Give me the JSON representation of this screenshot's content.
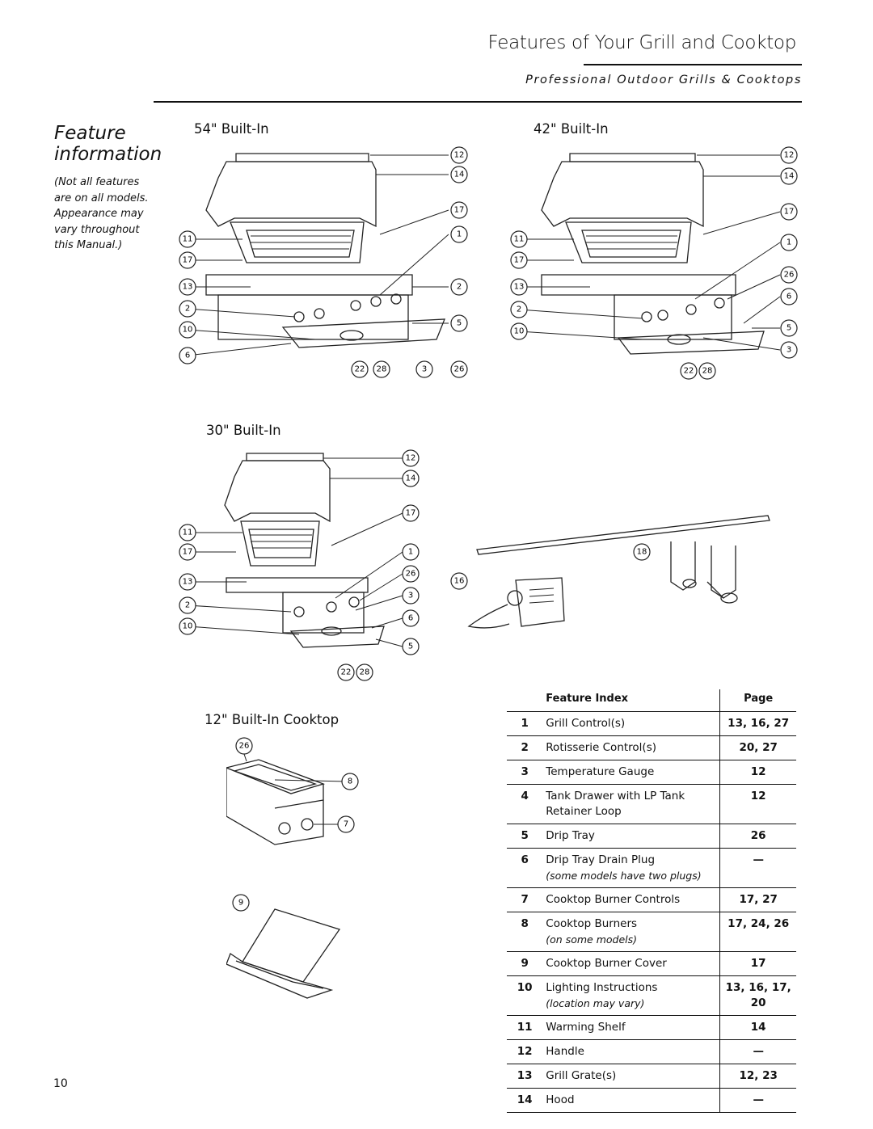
{
  "header": {
    "title": "Features of Your Grill and Cooktop",
    "subtitle": "Professional Outdoor Grills & Cooktops"
  },
  "intro": {
    "heading": "Feature information",
    "note": "(Not all features are on all models. Appearance may vary throughout this Manual.)"
  },
  "figures": {
    "grill54": {
      "label": "54\" Built-In",
      "callouts": [
        "12",
        "14",
        "17",
        "1",
        "2",
        "5",
        "26",
        "3",
        "28",
        "22",
        "6",
        "10",
        "2",
        "13",
        "17",
        "11"
      ]
    },
    "grill42": {
      "label": "42\" Built-In",
      "callouts": [
        "12",
        "14",
        "17",
        "1",
        "26",
        "6",
        "5",
        "3",
        "28",
        "22",
        "10",
        "2",
        "13",
        "17",
        "11"
      ]
    },
    "grill30": {
      "label": "30\" Built-In",
      "callouts": [
        "12",
        "14",
        "17",
        "1",
        "26",
        "3",
        "6",
        "5",
        "28",
        "22",
        "10",
        "2",
        "13",
        "17",
        "11"
      ]
    },
    "cooktop12": {
      "label": "12\" Built-In Cooktop",
      "callouts": [
        "26",
        "8",
        "7",
        "9"
      ]
    },
    "accessories": {
      "callouts": [
        "18",
        "16"
      ]
    }
  },
  "feature_index": {
    "col_feature": "Feature Index",
    "col_page": "Page",
    "rows": [
      {
        "num": "1",
        "name": "Grill Control(s)",
        "note": "",
        "page": "13, 16, 27"
      },
      {
        "num": "2",
        "name": "Rotisserie Control(s)",
        "note": "",
        "page": "20, 27"
      },
      {
        "num": "3",
        "name": "Temperature Gauge",
        "note": "",
        "page": "12"
      },
      {
        "num": "4",
        "name": "Tank Drawer with LP Tank Retainer Loop",
        "note": "",
        "page": "12"
      },
      {
        "num": "5",
        "name": "Drip Tray",
        "note": "",
        "page": "26"
      },
      {
        "num": "6",
        "name": "Drip Tray Drain Plug",
        "note": "(some models have two plugs)",
        "page": "—"
      },
      {
        "num": "7",
        "name": "Cooktop Burner Controls",
        "note": "",
        "page": "17, 27"
      },
      {
        "num": "8",
        "name": "Cooktop Burners",
        "note": "(on some models)",
        "page": "17, 24, 26"
      },
      {
        "num": "9",
        "name": "Cooktop Burner Cover",
        "note": "",
        "page": "17"
      },
      {
        "num": "10",
        "name": "Lighting Instructions",
        "note": "(location may vary)",
        "page": "13, 16, 17, 20"
      },
      {
        "num": "11",
        "name": "Warming Shelf",
        "note": "",
        "page": "14"
      },
      {
        "num": "12",
        "name": "Handle",
        "note": "",
        "page": "—"
      },
      {
        "num": "13",
        "name": "Grill Grate(s)",
        "note": "",
        "page": "12, 23"
      },
      {
        "num": "14",
        "name": "Hood",
        "note": "",
        "page": "—"
      }
    ]
  },
  "page_number": "10"
}
